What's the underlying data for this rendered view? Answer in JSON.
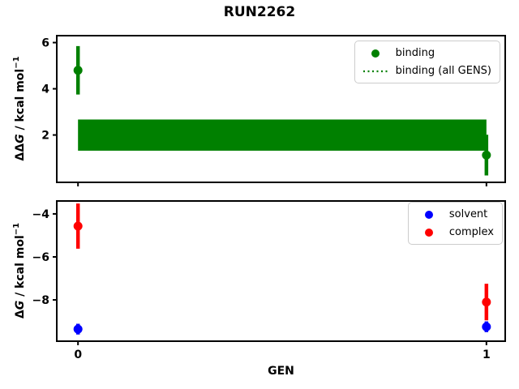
{
  "figure": {
    "title": "RUN2262",
    "xlabel": "GEN",
    "background": "#ffffff"
  },
  "colors": {
    "binding": "#008000",
    "solvent": "#0000ff",
    "complex": "#ff0000",
    "frame": "#000000",
    "legend_border": "#cccccc"
  },
  "chart_data": {
    "type": "scatter",
    "title": "RUN2262",
    "xlabel": "GEN",
    "grid": false,
    "shared_x": {
      "lim": [
        -0.052,
        1.046
      ],
      "ticks": [
        0,
        1
      ],
      "tick_labels": [
        "0",
        "1"
      ]
    },
    "panels": [
      {
        "name": "binding-panel",
        "ylabel": {
          "pre": "ΔΔ",
          "var": "G",
          "mid": " / kcal mol",
          "sup": "−1"
        },
        "ylim": [
          -0.05,
          6.3
        ],
        "yticks": [
          2,
          4,
          6
        ],
        "ytick_labels": [
          "2",
          "4",
          "6"
        ],
        "show_xtick_labels": false,
        "legend_position": "upper right",
        "band": {
          "label": "binding (all GENS)",
          "x": [
            0,
            1
          ],
          "y_lo": 1.32,
          "y_hi": 2.67,
          "color_key": "binding",
          "linestyle": "dotted"
        },
        "series": [
          {
            "name": "binding",
            "color_key": "binding",
            "marker": "circle",
            "points": [
              {
                "x": 0,
                "y": 4.8,
                "yerr": 1.05
              },
              {
                "x": 1,
                "y": 1.13,
                "yerr": 0.88
              }
            ]
          }
        ],
        "legend": [
          {
            "label": "binding",
            "marker": "circle",
            "color_key": "binding"
          },
          {
            "label": "binding (all GENS)",
            "marker": "dotted-line",
            "color_key": "binding"
          }
        ]
      },
      {
        "name": "dg-panel",
        "ylabel": {
          "pre": "Δ",
          "var": "G",
          "mid": " / kcal mol",
          "sup": "−1"
        },
        "ylim": [
          -9.92,
          -3.4
        ],
        "yticks": [
          -8,
          -6,
          -4
        ],
        "ytick_labels": [
          "−8",
          "−6",
          "−4"
        ],
        "show_xtick_labels": true,
        "legend_position": "upper right",
        "series": [
          {
            "name": "solvent",
            "color_key": "solvent",
            "marker": "circle",
            "points": [
              {
                "x": 0,
                "y": -9.36,
                "yerr": 0.25
              },
              {
                "x": 1,
                "y": -9.25,
                "yerr": 0.25
              }
            ]
          },
          {
            "name": "complex",
            "color_key": "complex",
            "marker": "circle",
            "points": [
              {
                "x": 0,
                "y": -4.57,
                "yerr": 1.05
              },
              {
                "x": 1,
                "y": -8.1,
                "yerr": 0.85
              }
            ]
          }
        ],
        "legend": [
          {
            "label": "solvent",
            "marker": "circle",
            "color_key": "solvent"
          },
          {
            "label": "complex",
            "marker": "circle",
            "color_key": "complex"
          }
        ]
      }
    ]
  }
}
